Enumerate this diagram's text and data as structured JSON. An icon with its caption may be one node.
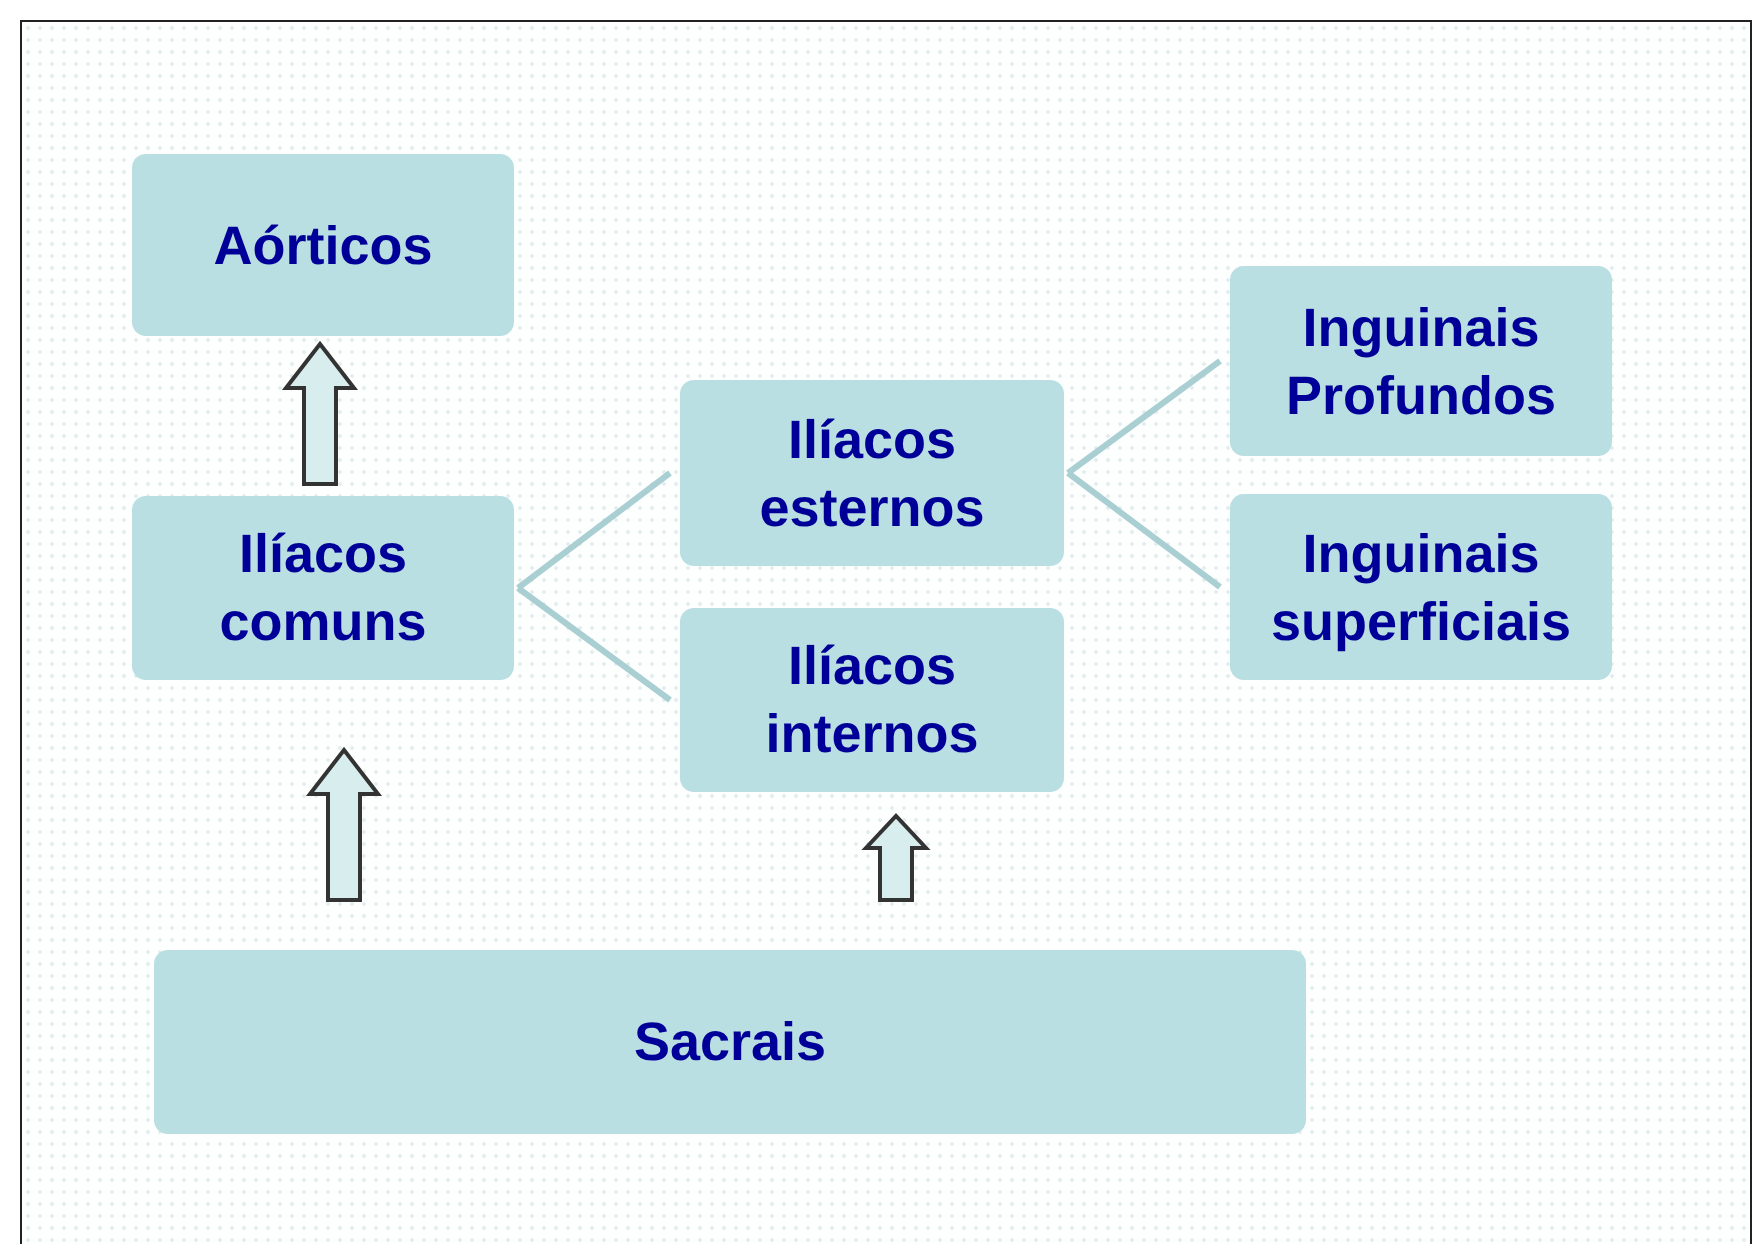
{
  "diagram": {
    "nodes": [
      {
        "text": [
          "Aórticos"
        ]
      },
      {
        "text": [
          "Ilíacos comuns"
        ]
      },
      {
        "text": [
          "Ilíacos esternos"
        ]
      },
      {
        "text": [
          "Ilíacos internos"
        ]
      },
      {
        "text": [
          "Inguinais Profundos"
        ]
      },
      {
        "text": [
          "Inguinais superficiais"
        ]
      },
      {
        "text": [
          "Sacrais"
        ]
      }
    ],
    "edges": [
      {
        "from": 1,
        "to": 0,
        "arrow": "to",
        "style": "thick"
      },
      {
        "from": 1,
        "to": 2,
        "arrow": "none"
      },
      {
        "from": 1,
        "to": 3,
        "arrow": "none"
      },
      {
        "from": 2,
        "to": 4,
        "arrow": "none"
      },
      {
        "from": 2,
        "to": 5,
        "arrow": "none"
      },
      {
        "from": 6,
        "to": 1,
        "arrow": "to",
        "style": "thick"
      },
      {
        "from": 6,
        "to": 3,
        "arrow": "to",
        "style": "thick"
      }
    ]
  }
}
